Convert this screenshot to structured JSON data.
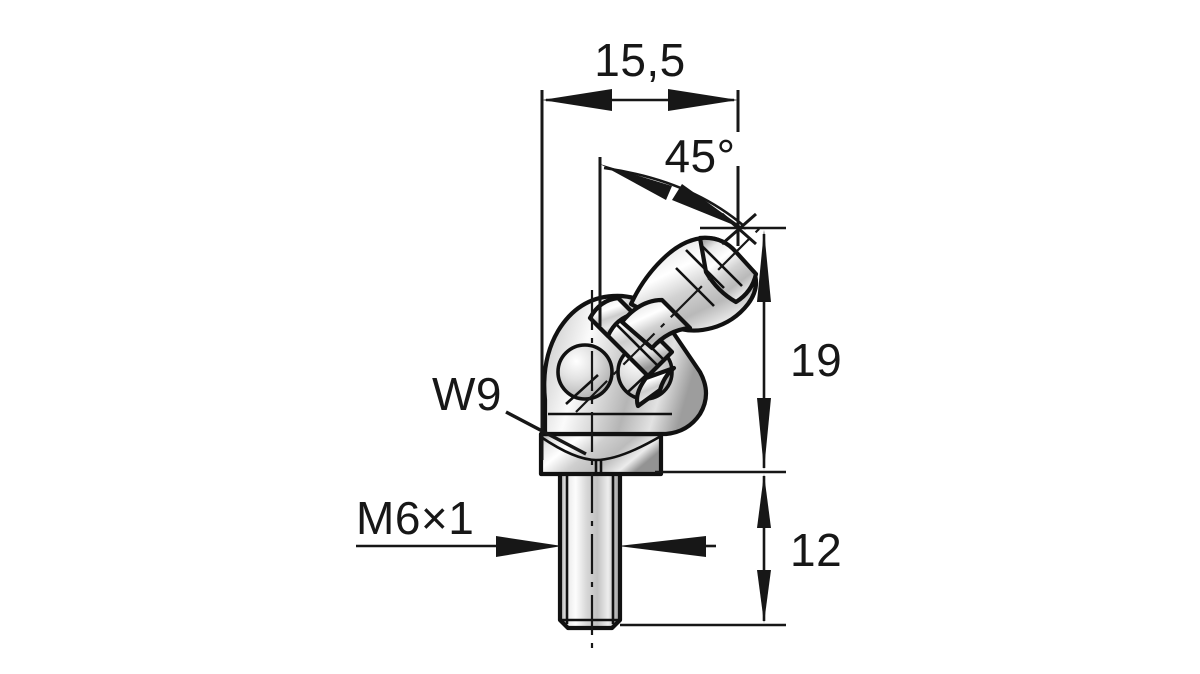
{
  "drawing": {
    "title": "45-degree grease nipple technical dimension drawing",
    "subject": "grease-nipple-45-degree",
    "background_color": "#ffffff",
    "line_color": "#171717",
    "metal_light": "#f2f2f2",
    "metal_mid": "#c9c9c9",
    "metal_dark": "#8f8f8f"
  },
  "dimensions": {
    "width_top": {
      "label": "15,5",
      "kind": "linear-horizontal",
      "value": 15.5,
      "unit": "mm"
    },
    "angle": {
      "label": "45°",
      "kind": "angular",
      "value": 45,
      "unit": "deg"
    },
    "height_upper": {
      "label": "19",
      "kind": "linear-vertical",
      "value": 19,
      "unit": "mm"
    },
    "height_lower": {
      "label": "12",
      "kind": "linear-vertical",
      "value": 12,
      "unit": "mm"
    }
  },
  "callouts": {
    "hex_width": {
      "label": "W9",
      "meaning": "hex wrench size 9 mm"
    },
    "thread": {
      "label": "M6×1",
      "meaning": "metric thread 6 mm, 1 mm pitch"
    }
  }
}
